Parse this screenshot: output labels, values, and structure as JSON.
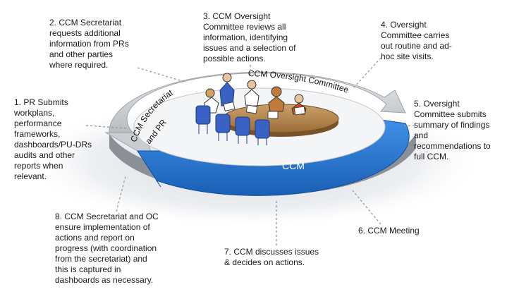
{
  "steps": [
    {
      "text": "1. PR Submits\nworkplans,\nperformance\nframeworks,\ndashboards/PU-DRs\naudits and other\nreports when\nrelevant."
    },
    {
      "text": "2. CCM Secretariat\nrequests additional\ninformation from PRs\nand other parties\nwhere required."
    },
    {
      "text": "3. CCM Oversight\nCommittee reviews all\ninformation, identifying\nissues and a selection of\npossible actions."
    },
    {
      "text": "4. Oversight\nCommittee carries\nout routine and ad-\nhoc site visits."
    },
    {
      "text": "5. Oversight\nCommittee submits\nsummary of findings\nand\nrecommendations to\nfull CCM."
    },
    {
      "text": "6. CCM Meeting"
    },
    {
      "text": "7. CCM discusses issues\n& decides on actions."
    },
    {
      "text": "8. CCM Secretariat and OC\nensure implementation of\nactions and report on\nprogress (with coordination\nfrom the secretariat) and\nthis is captured in\ndashboards as necessary."
    }
  ],
  "ring_labels": {
    "secretariat_line1": "CCM Secretariat",
    "secretariat_line2": "and PR",
    "oversight": "CCM Oversight Committee",
    "ccm": "CCM"
  },
  "colors": {
    "ccm_arrow": "#1f6fc8",
    "grey_ring": "#bfc2c6",
    "table": "#b8864a",
    "chair": "#3a62c4",
    "leader": "#999999"
  }
}
